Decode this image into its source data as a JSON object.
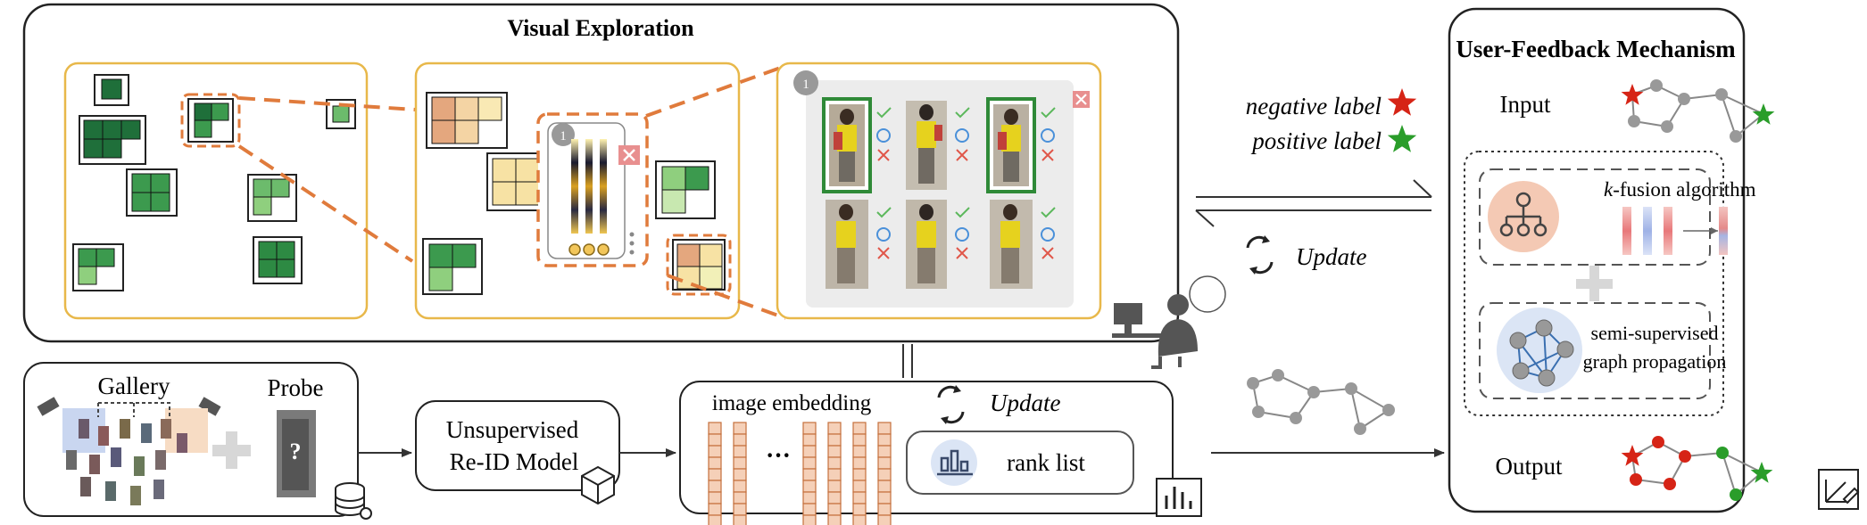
{
  "visual_exploration": {
    "title": "Visual Exploration",
    "popup_badge": "1",
    "grid_badge": "1"
  },
  "feedback": {
    "title": "User-Feedback Mechanism",
    "input_label": "Input",
    "output_label": "Output",
    "kfusion_k": "k",
    "kfusion_rest": "-fusion algorithm",
    "propagation_line1": "semi-supervised",
    "propagation_line2": "graph propagation"
  },
  "labels": {
    "negative": "negative label",
    "positive": "positive label",
    "update_middle": "Update",
    "update_embedding": "Update"
  },
  "pipeline": {
    "gallery": "Gallery",
    "probe": "Probe",
    "probe_mark": "?",
    "model_line1": "Unsupervised",
    "model_line2": "Re-ID Model",
    "embedding_title": "image embedding",
    "ellipsis": "···",
    "rank_list": "rank list"
  },
  "colors": {
    "panel_border": "#e8b84a",
    "dashed_orange": "#e07b3c",
    "green_dark": "#1f6f3a",
    "green_mid": "#3c9a4e",
    "green_light": "#8fcf7e",
    "negative_star": "#d62416",
    "positive_star": "#2a9d2a",
    "check_green": "#5cb85c",
    "circle_blue": "#4a90d9",
    "cross_red": "#e0574a",
    "embedding_fill": "#f5d0b8",
    "embedding_stroke": "#c4703c"
  }
}
